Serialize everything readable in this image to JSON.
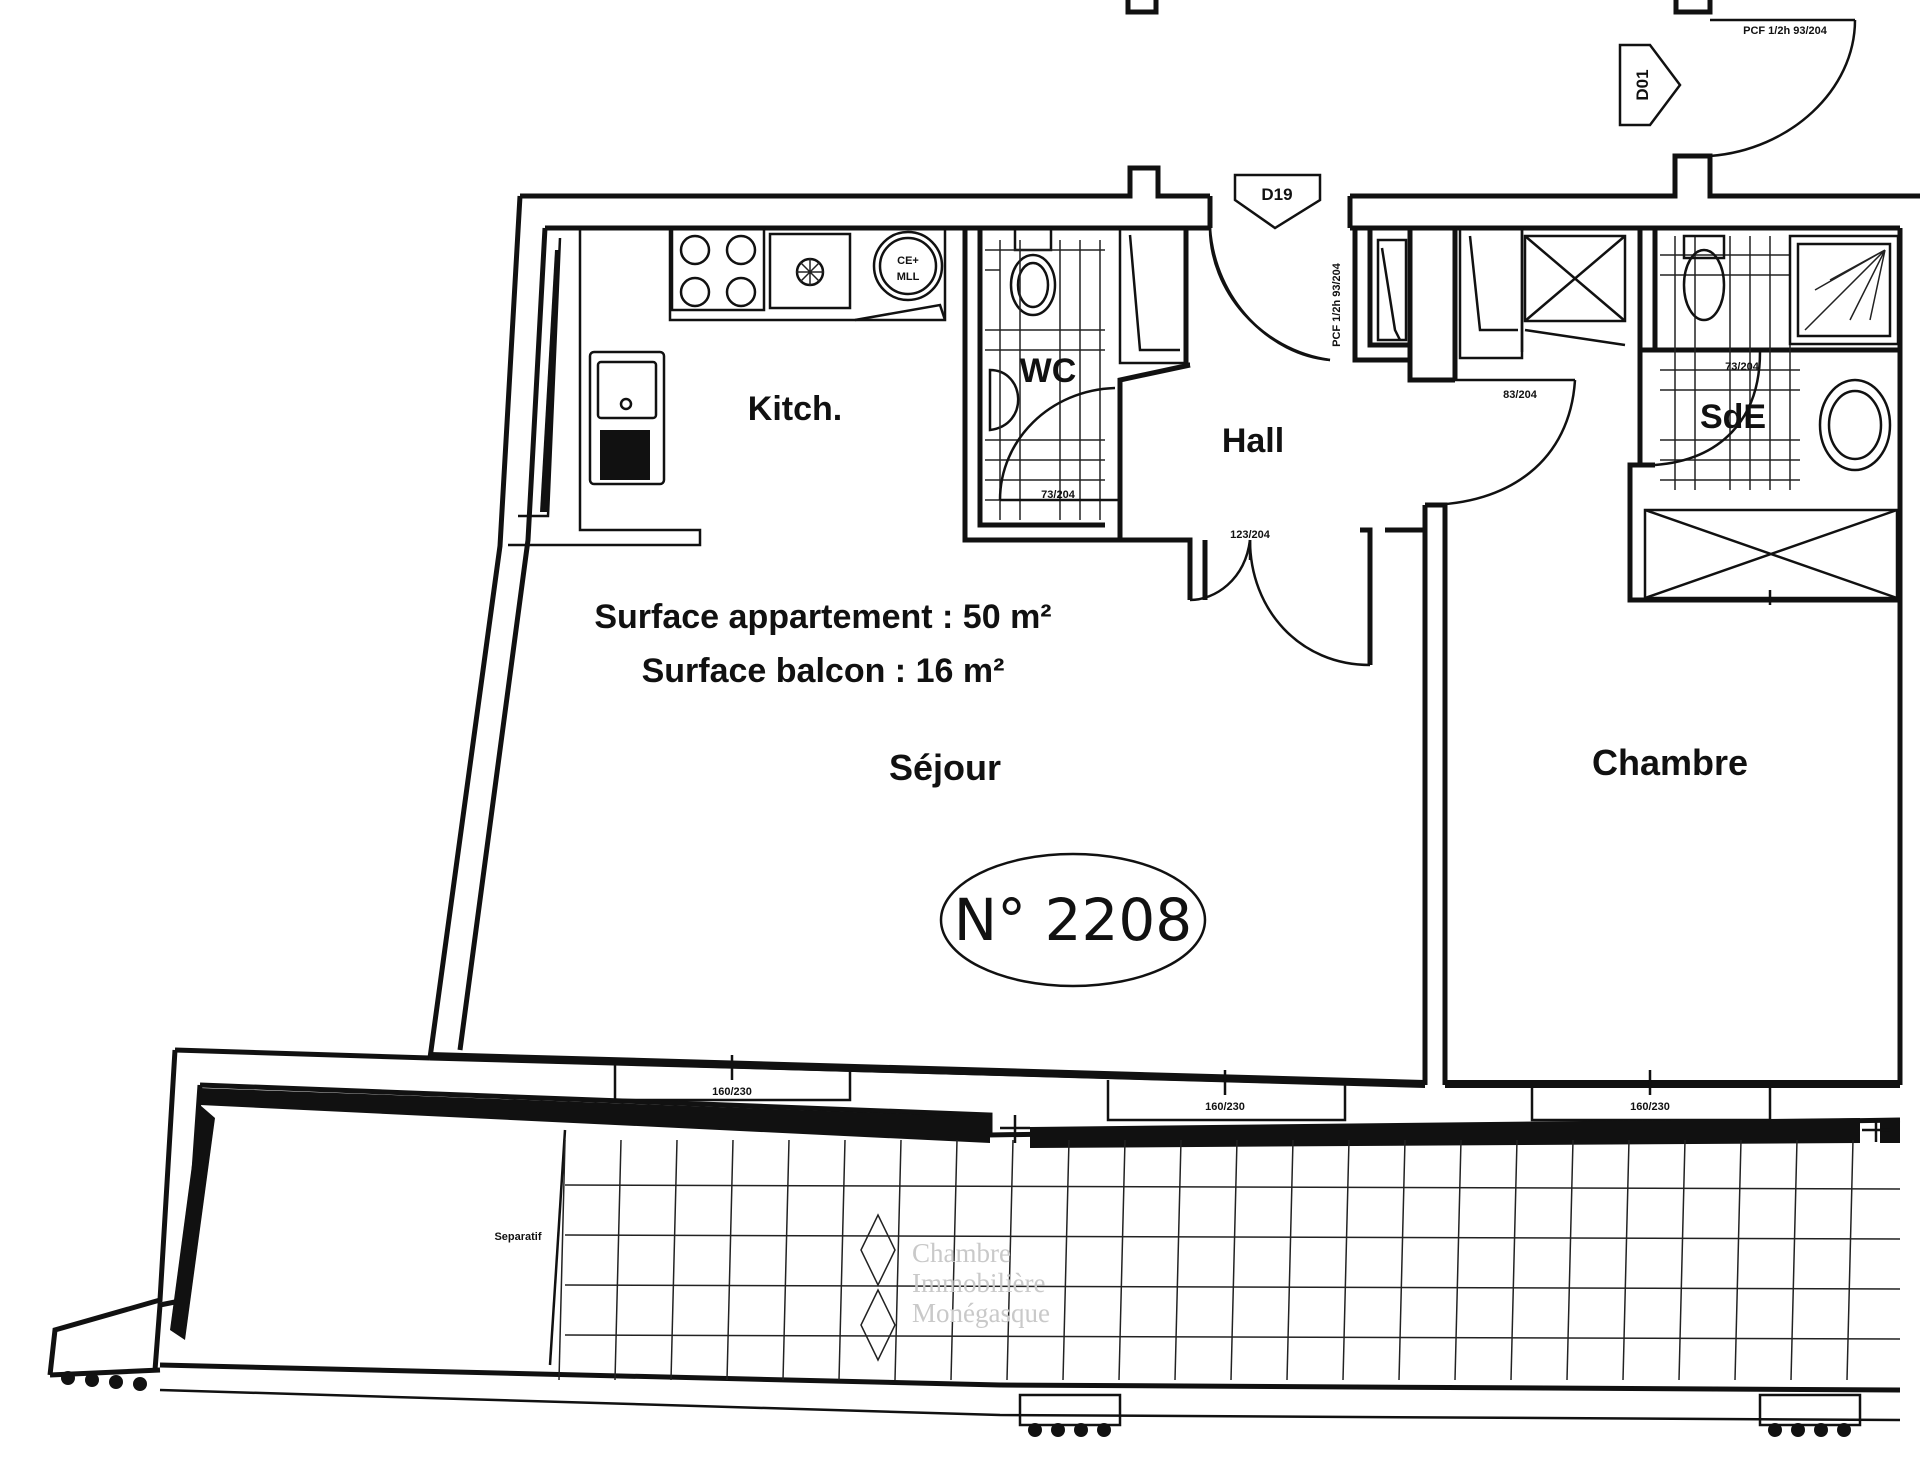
{
  "rooms": {
    "kitchen": "Kitch.",
    "wc": "WC",
    "hall": "Hall",
    "sde": "SdE",
    "sejour": "Séjour",
    "chambre": "Chambre"
  },
  "surfaces": {
    "apartment": "Surface appartement : 50 m²",
    "balcony": "Surface balcon : 16 m²"
  },
  "unit_number": "N° 2208",
  "appliance": {
    "line1": "CE+",
    "line2": "MLL"
  },
  "door_tags": {
    "d19": "D19",
    "d01": "D01"
  },
  "separator_label": "Separatif",
  "dimensions": {
    "wc_door": "73/204",
    "hall_door": "123/204",
    "sde_door_top": "73/204",
    "sde_door_right": "83/204",
    "closet_door": "PCF 1/2h 93/204",
    "top_door": "PCF 1/2h 93/204",
    "window_sejour_1": "160/230",
    "window_sejour_2": "160/230",
    "window_chambre": "160/230"
  },
  "watermark": [
    "Chambre",
    "Immobilière",
    "Monégasque"
  ],
  "colors": {
    "ink": "#111111",
    "background": "#ffffff",
    "watermark": "#c9c9c9"
  }
}
